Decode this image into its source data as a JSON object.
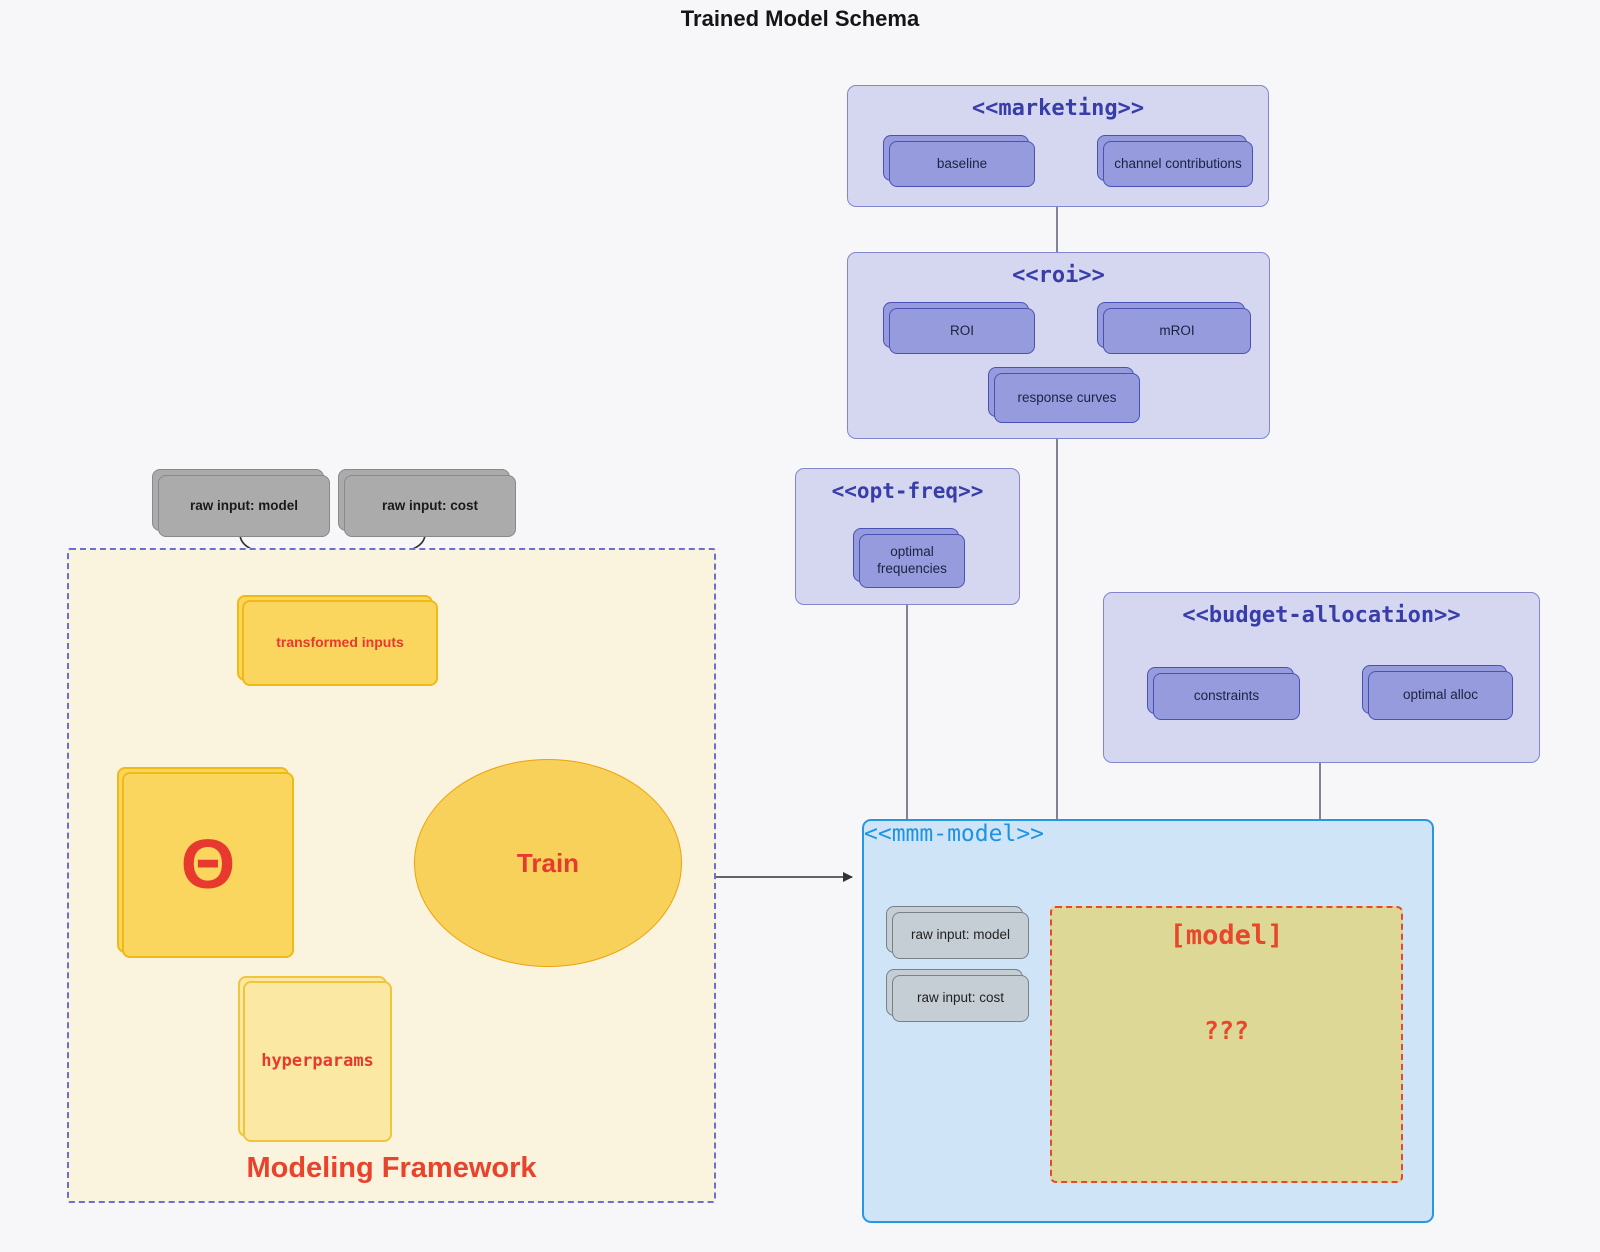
{
  "title": "Trained Model Schema",
  "colors": {
    "red_accent": "#e8432d",
    "purple_node_fill": "#959bdd",
    "purple_node_border": "#4a51b5",
    "purple_container_fill": "#d5d7f1",
    "purple_title": "#383da8",
    "mmm_fill": "#cfe4f6",
    "mmm_border": "#2498e3",
    "yellow_fill": "#fbd65f",
    "framework_fill": "#faf3dd",
    "model_box_fill": "#ded897",
    "gray_node_fill": "#ababab"
  },
  "raw_inputs": {
    "model": "raw input: model",
    "cost": "raw input: cost"
  },
  "framework": {
    "label": "Modeling Framework",
    "transformed_inputs": "transformed inputs",
    "theta": "Θ",
    "train": "Train",
    "hyperparams": "hyperparams"
  },
  "marketing": {
    "title": "<<marketing>>",
    "baseline": "baseline",
    "channel_contributions": "channel contributions"
  },
  "roi": {
    "title": "<<roi>>",
    "roi": "ROI",
    "mroi": "mROI",
    "response_curves": "response curves"
  },
  "opt_freq": {
    "title": "<<opt-freq>>",
    "optimal_frequencies": "optimal frequencies"
  },
  "budget": {
    "title": "<<budget-allocation>>",
    "constraints": "constraints",
    "optimal_alloc": "optimal alloc"
  },
  "mmm": {
    "title": "<<mmm-model>>",
    "raw_model": "raw input: model",
    "raw_cost": "raw input: cost",
    "model_label": "[model]",
    "unknown": "???"
  }
}
